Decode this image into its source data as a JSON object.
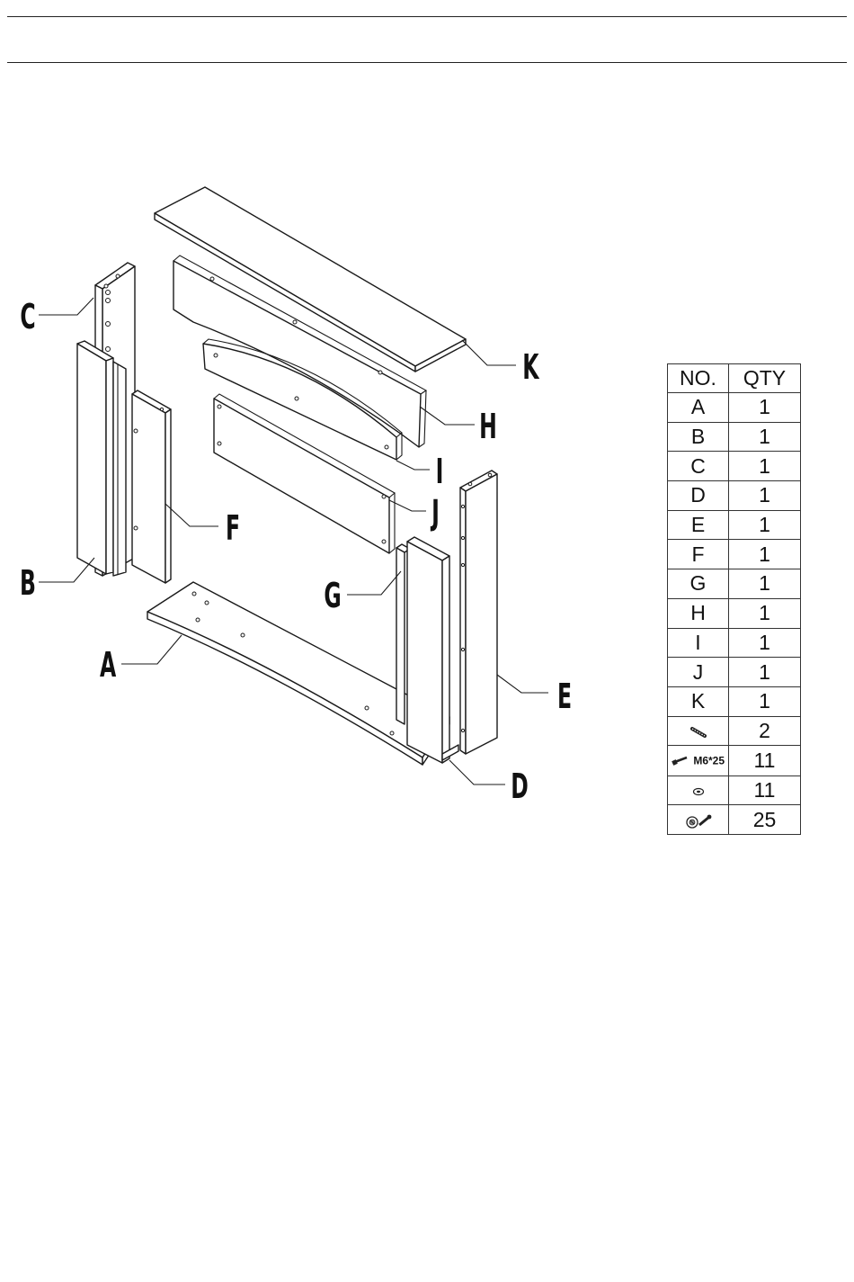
{
  "diagram": {
    "callouts": [
      "A",
      "B",
      "C",
      "D",
      "E",
      "F",
      "G",
      "H",
      "I",
      "J",
      "K"
    ]
  },
  "table": {
    "headers": [
      "NO.",
      "QTY"
    ],
    "rows": [
      {
        "no": "A",
        "qty": "1"
      },
      {
        "no": "B",
        "qty": "1"
      },
      {
        "no": "C",
        "qty": "1"
      },
      {
        "no": "D",
        "qty": "1"
      },
      {
        "no": "E",
        "qty": "1"
      },
      {
        "no": "F",
        "qty": "1"
      },
      {
        "no": "G",
        "qty": "1"
      },
      {
        "no": "H",
        "qty": "1"
      },
      {
        "no": "I",
        "qty": "1"
      },
      {
        "no": "J",
        "qty": "1"
      },
      {
        "no": "K",
        "qty": "1"
      }
    ],
    "hardware": [
      {
        "icon": "dowel-icon",
        "label": "",
        "qty": "2"
      },
      {
        "icon": "bolt-icon",
        "label": "M6*25",
        "qty": "11"
      },
      {
        "icon": "washer-icon",
        "label": "",
        "qty": "11"
      },
      {
        "icon": "cam-lock-icon",
        "label": "",
        "qty": "25"
      }
    ]
  }
}
